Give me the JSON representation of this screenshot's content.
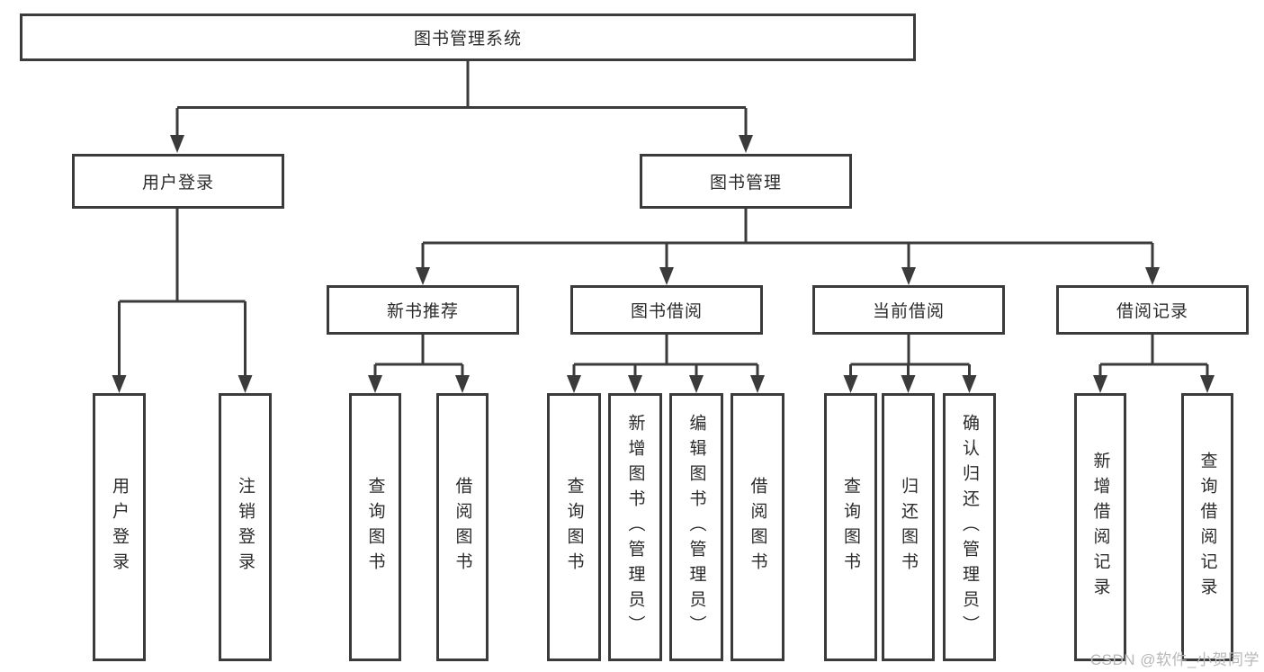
{
  "tree": {
    "root": "图书管理系统",
    "level2": {
      "login": "用户登录",
      "manage": "图书管理"
    },
    "level3": [
      "新书推荐",
      "图书借阅",
      "当前借阅",
      "借阅记录"
    ],
    "login_leaves": [
      "用户登录",
      "注销登录"
    ],
    "recommend_leaves": [
      "查询图书",
      "借阅图书"
    ],
    "borrow_leaves": [
      "查询图书",
      "新增图书（管理员）",
      "编辑图书（管理员）",
      "借阅图书"
    ],
    "current_leaves": [
      "查询图书",
      "归还图书",
      "确认归还（管理员）"
    ],
    "record_leaves": [
      "新增借阅记录",
      "查询借阅记录"
    ]
  },
  "watermark": "CSDN @软件_小贺同学",
  "colors": {
    "line": "#3b3b3b",
    "text": "#2b2b2b",
    "watermark": "#b8b8b8"
  }
}
